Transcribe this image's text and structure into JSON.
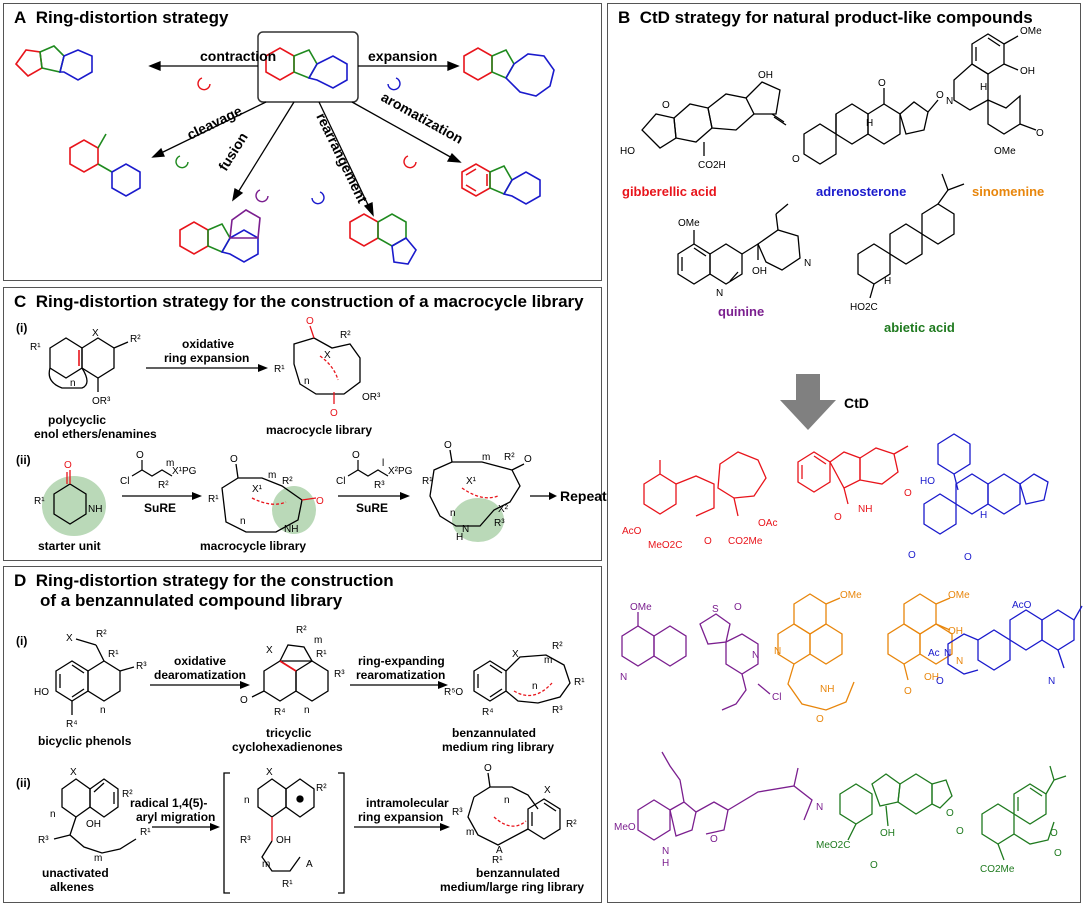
{
  "panelA": {
    "letter": "A",
    "title": "Ring-distortion strategy",
    "ops": [
      "contraction",
      "expansion",
      "cleavage",
      "fusion",
      "rearrangement",
      "aromatization"
    ]
  },
  "panelB": {
    "letter": "B",
    "title": "CtD strategy for natural product-like compounds",
    "natural_products": [
      {
        "name": "gibberellic acid",
        "color": "#e8141b"
      },
      {
        "name": "adrenosterone",
        "color": "#1a1acc"
      },
      {
        "name": "sinomenine",
        "color": "#e8860c"
      },
      {
        "name": "quinine",
        "color": "#7b1f8f"
      },
      {
        "name": "abietic acid",
        "color": "#1f7a1f"
      }
    ],
    "arrow_label": "CtD",
    "groups": {
      "OMe": "OMe",
      "OH": "OH",
      "HO": "HO",
      "O": "O",
      "CO2H": "CO2H",
      "N": "N",
      "H": "H",
      "AcO": "AcO",
      "MeO2C": "MeO2C",
      "OAc": "OAc",
      "NH": "NH",
      "Cl": "Cl",
      "S": "S",
      "Ac": "Ac",
      "AcO_": "AcO",
      "MeO": "MeO",
      "CO2Me": "CO2Me",
      "HO2C": "HO2C"
    }
  },
  "panelC": {
    "letter": "C",
    "title": "Ring-distortion strategy for the construction of a macrocycle library",
    "i": {
      "tag": "(i)",
      "reagent": [
        "oxidative",
        "ring expansion"
      ],
      "start_name": [
        "polycyclic",
        "enol ethers/enamines"
      ],
      "product_name": "macrocycle library"
    },
    "ii": {
      "tag": "(ii)",
      "reagent": "SuRE",
      "start_name": "starter unit",
      "product_name": "macrocycle library",
      "repeat": "Repeat"
    },
    "labels": {
      "R1": "R¹",
      "R2": "R²",
      "R3": "R³",
      "X": "X",
      "n": "n",
      "m": "m",
      "l": "l",
      "OR3": "OR³",
      "Cl": "Cl",
      "X1PG": "X¹PG",
      "X2PG": "X²PG",
      "X1": "X¹",
      "X2": "X²",
      "NH": "NH",
      "N": "N",
      "O": "O",
      "H": "H"
    }
  },
  "panelD": {
    "letter": "D",
    "title": [
      "Ring-distortion strategy for the construction",
      "of a benzannulated compound library"
    ],
    "i": {
      "tag": "(i)",
      "reagent1": [
        "oxidative",
        "dearomatization"
      ],
      "reagent2": [
        "ring-expanding",
        "rearomatization"
      ],
      "names": [
        [
          "bicyclic phenols"
        ],
        [
          "tricyclic",
          "cyclohexadienones"
        ],
        [
          "benzannulated",
          "medium ring library"
        ]
      ]
    },
    "ii": {
      "tag": "(ii)",
      "reagent1": [
        "radical 1,4(5)-",
        "aryl migration"
      ],
      "reagent2": [
        "intramolecular",
        "ring expansion"
      ],
      "names": [
        [
          "unactivated",
          "alkenes"
        ],
        [
          "benzannulated",
          "medium/large ring library"
        ]
      ]
    },
    "labels": {
      "R1": "R¹",
      "R2": "R²",
      "R3": "R³",
      "R4": "R⁴",
      "R5O": "R⁵O",
      "HO": "HO",
      "O": "O",
      "OH": "OH",
      "X": "X",
      "n": "n",
      "m": "m",
      "A": "A"
    }
  },
  "colors": {
    "red": "#e8141b",
    "green": "#1f8a1f",
    "blue": "#1a1acc",
    "purple": "#7b1f8f",
    "orange": "#e8860c",
    "highlight": "#9dc99a"
  }
}
